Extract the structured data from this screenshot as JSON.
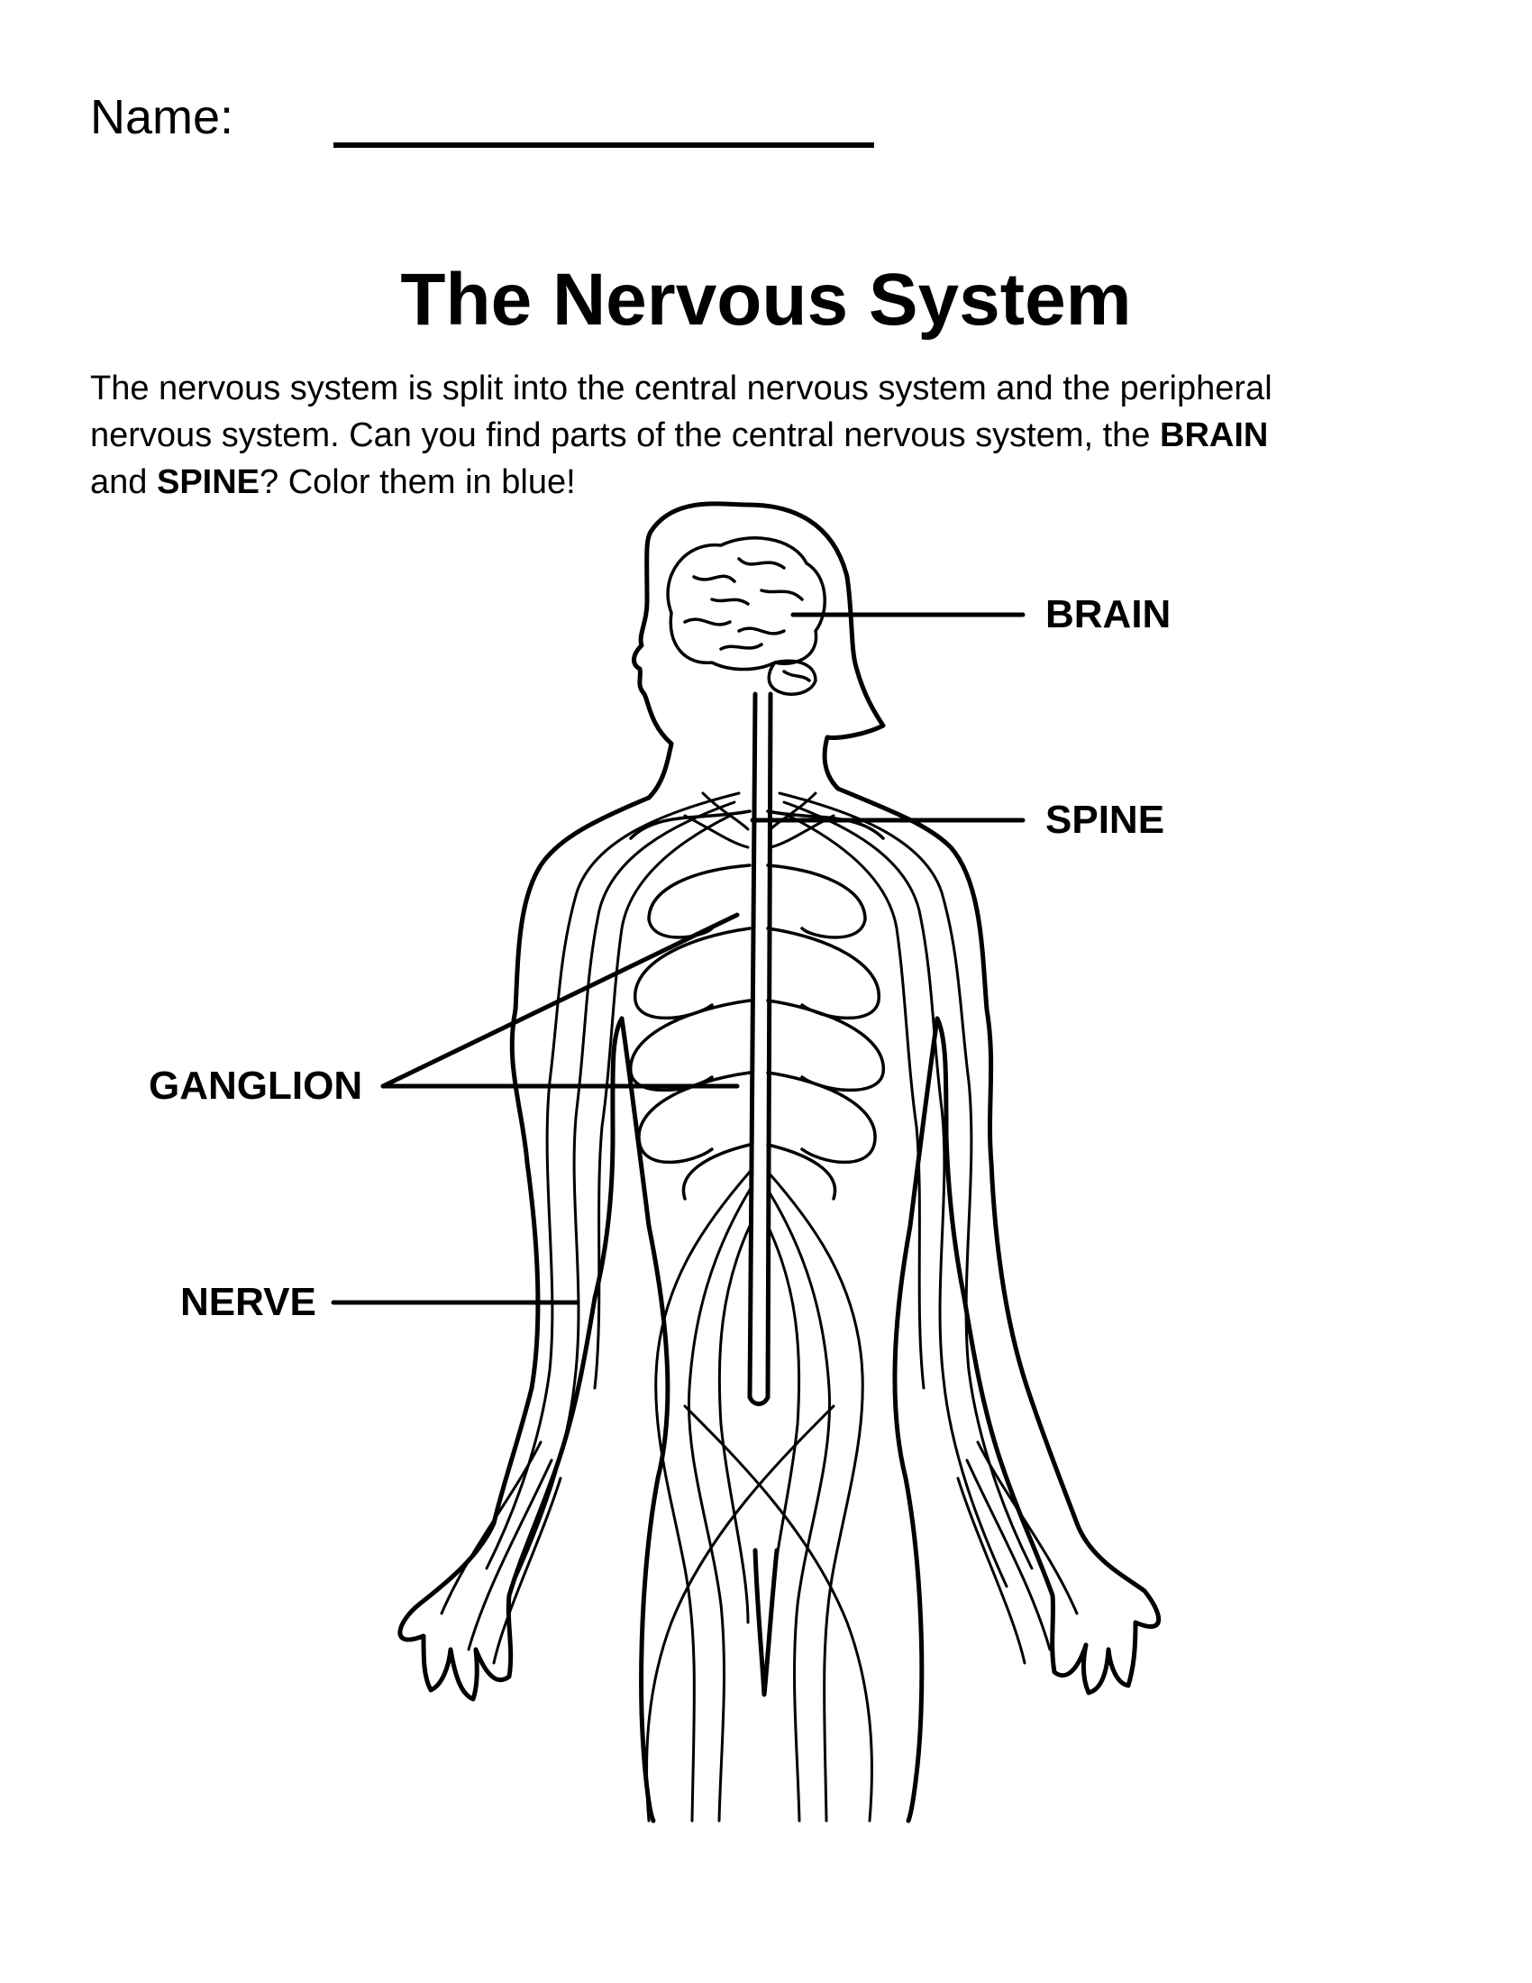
{
  "header": {
    "name_label": "Name:"
  },
  "title": "The Nervous System",
  "intro": {
    "line1": "The nervous system is split into the central nervous system and the peripheral",
    "line2_plain": "nervous system. Can you find parts of the central nervous system, the ",
    "line2_bold": "BRAIN",
    "line3_plain1": "and ",
    "line3_bold": "SPINE",
    "line3_plain2": "? Color them in blue!"
  },
  "labels": {
    "brain": "BRAIN",
    "spine": "SPINE",
    "ganglion": "GANGLION",
    "nerve": "NERVE"
  },
  "colors": {
    "ink": "#000000",
    "paper": "#ffffff"
  }
}
